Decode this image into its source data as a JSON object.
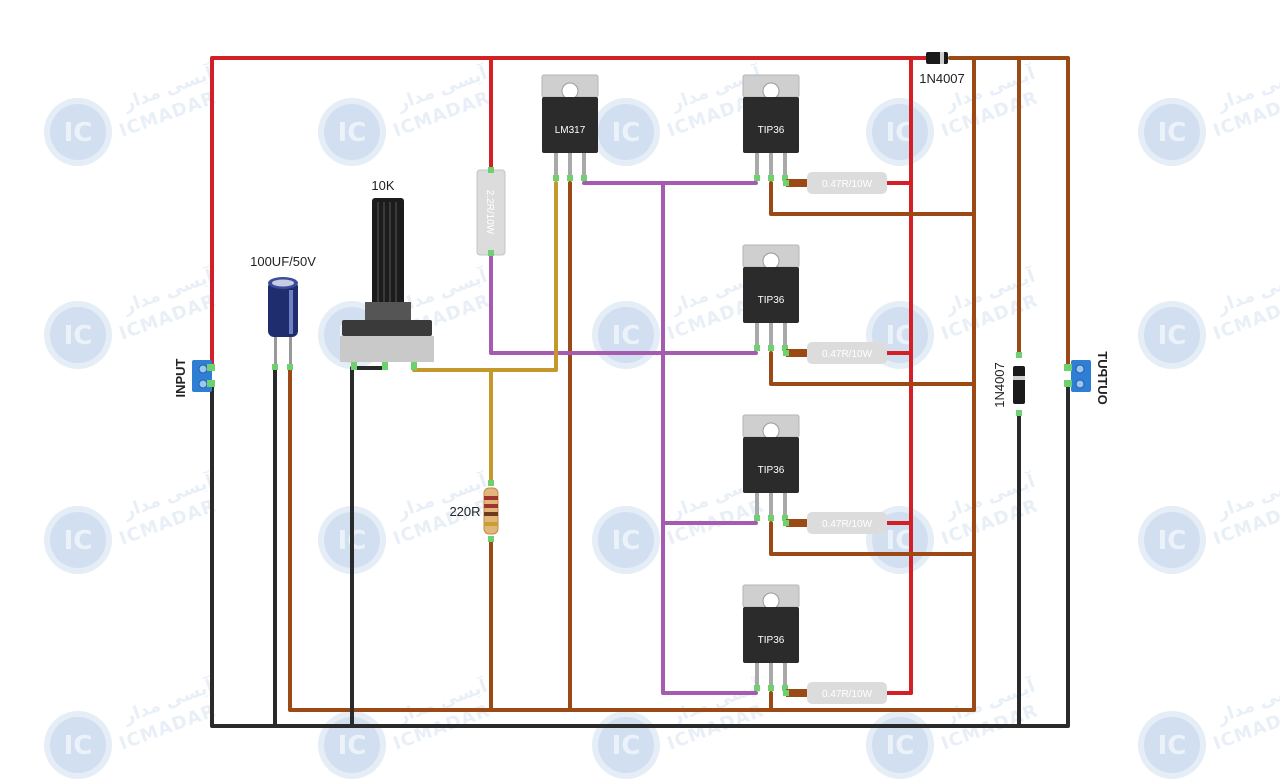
{
  "watermark": {
    "brand": "ICMADAR",
    "farsi": "آیسی مدار",
    "badge": "IC"
  },
  "labels": {
    "input": "INPUT",
    "output": "OUTPUT",
    "capacitor": "100UF/50V",
    "potentiometer": "10K",
    "resistor_220": "220R",
    "resistor_22": "2.2R/10W",
    "diode_top": "1N4007",
    "diode_side": "1N4007"
  },
  "regulator": {
    "name": "LM317"
  },
  "transistors": [
    {
      "name": "TIP36",
      "resistor": "0.47R/10W"
    },
    {
      "name": "TIP36",
      "resistor": "0.47R/10W"
    },
    {
      "name": "TIP36",
      "resistor": "0.47R/10W"
    },
    {
      "name": "TIP36",
      "resistor": "0.47R/10W"
    }
  ],
  "colors": {
    "wire_red": "#d32027",
    "wire_brown": "#9c4a15",
    "wire_black": "#2a2a2a",
    "wire_purple": "#a45bb0",
    "wire_yellow": "#c4982b",
    "terminal_blue": "#2e7fd4",
    "component_black": "#2b2b2b"
  }
}
